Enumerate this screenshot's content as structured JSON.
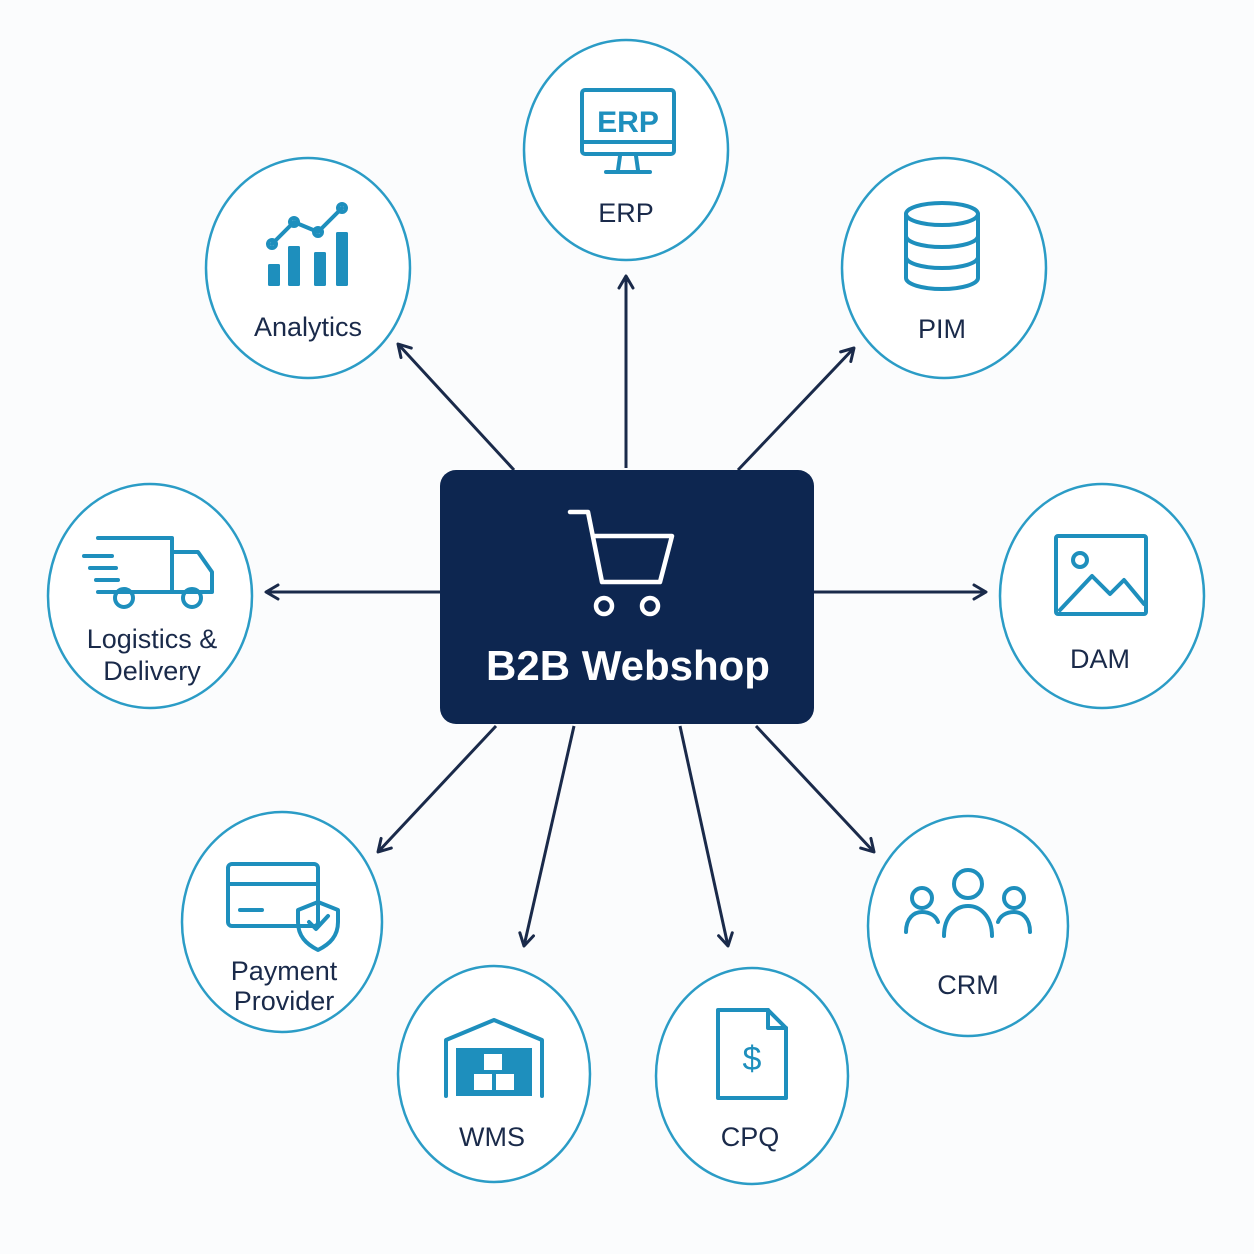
{
  "hub": {
    "label": "B2B Webshop",
    "icon": "shopping-cart-icon"
  },
  "nodes": {
    "erp": {
      "label": "ERP",
      "icon_text": "ERP",
      "icon": "monitor-erp-icon"
    },
    "pim": {
      "label": "PIM",
      "icon": "database-icon"
    },
    "dam": {
      "label": "DAM",
      "icon": "image-icon"
    },
    "crm": {
      "label": "CRM",
      "icon": "users-icon"
    },
    "cpq": {
      "label": "CPQ",
      "icon": "dollar-document-icon"
    },
    "wms": {
      "label": "WMS",
      "icon": "warehouse-icon"
    },
    "payment": {
      "label_line1": "Payment",
      "label_line2": "Provider",
      "icon": "credit-card-shield-icon"
    },
    "logistics": {
      "label_line1": "Logistics &",
      "label_line2": "Delivery",
      "icon": "delivery-truck-icon"
    },
    "analytics": {
      "label": "Analytics",
      "icon": "bar-chart-trend-icon"
    }
  },
  "colors": {
    "hub": "#0d2650",
    "ring": "#2b9cc6",
    "icon": "#1e8fbd",
    "text": "#1a2a4a",
    "arrow": "#1a2a4a"
  }
}
